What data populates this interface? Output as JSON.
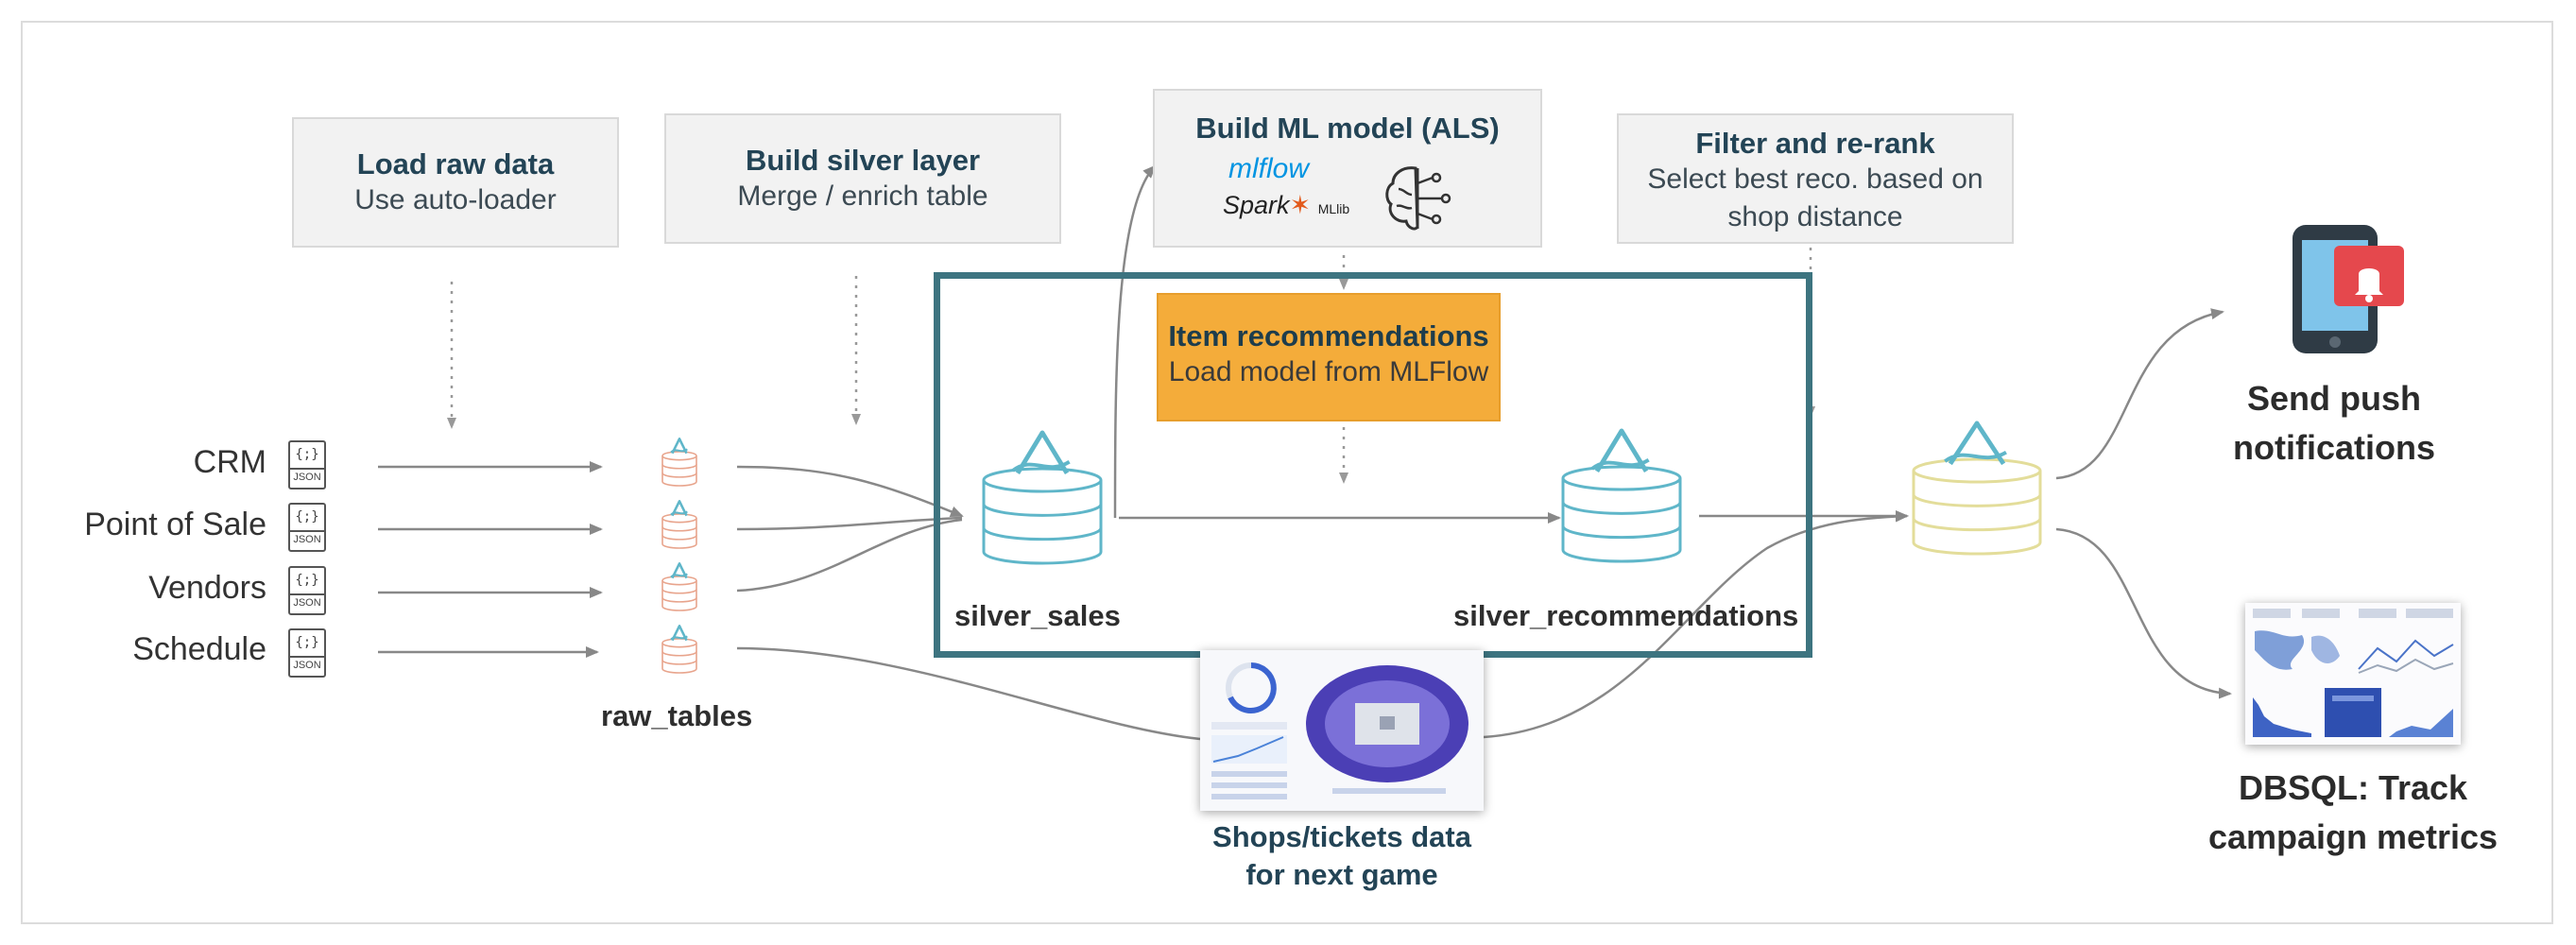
{
  "steps": {
    "load": {
      "title": "Load raw data",
      "sub": "Use auto-loader"
    },
    "silver": {
      "title": "Build silver layer",
      "sub": "Merge / enrich table"
    },
    "ml": {
      "title": "Build ML model (ALS)",
      "mlflow": "mlflow",
      "spark": "Spark",
      "mllib": "MLlib"
    },
    "filter": {
      "title": "Filter and re-rank",
      "sub1": "Select best reco. based on",
      "sub2": "shop distance"
    },
    "reco": {
      "title": "Item recommendations",
      "sub": "Load model from MLFlow"
    }
  },
  "sources": [
    "CRM",
    "Point of Sale",
    "Vendors",
    "Schedule"
  ],
  "file_badge": {
    "glyph": "{;}",
    "ext": "JSON"
  },
  "tables": {
    "raw": "raw_tables",
    "silver_sales": "silver_sales",
    "silver_recos": "silver_recommendations"
  },
  "outputs": {
    "push": {
      "line1": "Send push",
      "line2": "notifications"
    },
    "dbsql": {
      "line1": "DBSQL: Track",
      "line2": "campaign metrics"
    }
  },
  "shops": {
    "line1": "Shops/tickets data",
    "line2": "for next game"
  },
  "colors": {
    "teal_frame": "#3d7480",
    "delta_blue": "#5fb6c9",
    "raw_orange": "#e8a48c",
    "gold_yellow": "#e3dd9a",
    "reco_orange": "#f4ac3a",
    "arrow_gray": "#888888",
    "phone_dark": "#2f3b45",
    "bell_red": "#e5484d"
  }
}
